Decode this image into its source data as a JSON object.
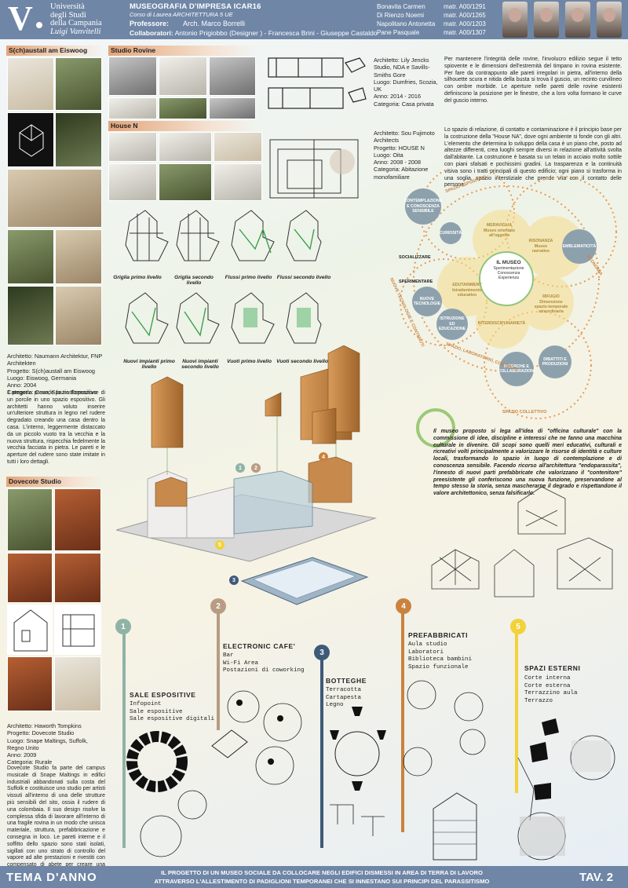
{
  "header": {
    "university_lines": [
      "Università",
      "degli Studi",
      "della Campania",
      "Luigi Vanvitelli"
    ],
    "course": "MUSEOGRAFIA D'IMPRESA ICAR16",
    "subtitle": "Corso di Laurea ARCHITETTURA 5 UE",
    "professor_label": "Professore:",
    "professor_name": "Arch. Marco Borrelli",
    "collaborators_label": "Collaboratori:",
    "collaborators": "Antonio Prigiobbo (Designer ) - Francesca Brini - Giuseppe Castaldo",
    "students": [
      {
        "name": "Bonavita Carmen",
        "matr": "matr. A00/1291"
      },
      {
        "name": "Di Rienzo Noemi",
        "matr": "matr. A00/1265"
      },
      {
        "name": "Napolitano Antonetta",
        "matr": "matr. A00/1203"
      },
      {
        "name": "Pane Pasquale",
        "matr": "matr. A00/1307"
      }
    ]
  },
  "left": {
    "sec1_title": "S(ch)austall am Eiswoog",
    "sec1_info": [
      "Architetto: Naumann Architektur, FNP Architekten",
      "Progetto: S(ch)austall am Eiswoog",
      "Luogo: Eiswoog, Germania",
      "Anno: 2004",
      "Categoria: Casa, Spazio Espositivo"
    ],
    "sec1_desc": "Il progetto prevede la trasformazione di un porcile in uno spazio espositivo. Gli architetti hanno voluto inserire un'ulteriore struttura in legno nel rudere degradato creando una casa dentro la casa. L'interno, leggermente distaccato da un piccolo vuoto tra la vecchia e la nuova struttura, rispecchia fedelmente la vecchia facciata in pietra. Le pareti e le aperture del rudere sono state imitate in tutti i loro dettagli.",
    "sec2_title": "Dovecote Studio",
    "sec2_info": [
      "Architetto: Haworth Tompkins",
      "Progetto: Dovecote Studio",
      "Luogo: Snape Maltings, Suffolk, Regno Unito",
      "Anno: 2009",
      "Categoria: Rurale"
    ],
    "sec2_desc": "Dovecote Studio fa parte del campus musicale di Snape Maltings in edifici industriali abbandonati sulla costa del Suffolk e costituisce uno studio per artisti vissuti all'interno di una delle strutture più sensibili del sito, ossia il rudere di una colombaia. Il suo design risolve la complessa sfida di lavorare all'interno di una fragile rovina in un modo che unisca materiale, struttura, prefabbricazione e consegna in loco. Le pareti interne e il soffitto dello spazio sono stati isolati, sigillati con uno strato di controllo del vapore ad alte prestazioni e rivestiti con compensato di abete per creare una \"scatola\" di legno all'interno del guscio di Corten."
  },
  "center": {
    "rovine_title": "Studio Rovine",
    "rovine_info": [
      "Architetto: Lily Jencks Studio, NDA e Savills-Smiths Gore",
      "Luogo: Dumfries, Scozia, UK",
      "Anno: 2014 - 2016",
      "Categoria: Casa privata"
    ],
    "rovine_desc": "Per mantenere l'integrità delle rovine, l'involucro edilizio segue il tetto spiovente e le dimensioni dell'estremità del timpano in rovina esistente. Per fare da contrappunto alle pareti irregolari in pietra, all'interno della silhouette scura e nitida della busta si trova il guscio, un recinto curvilineo con ombre morbide. Le aperture nelle pareti delle rovine esistenti definiscono la posizione per le finestre, che a loro volta formano le curve del guscio interno.",
    "housen_title": "House N",
    "housen_info": [
      "Architetto: Sou Fujimoto Architects",
      "Progetto: HOUSE N",
      "Luogo: Oita",
      "Anno: 2008 - 2008",
      "Categoria: Abitazione monofamiliare"
    ],
    "housen_desc": "Lo spazio di relazione, di contatto e contaminazione è il principio base per la costruzione della \"House NA\", dove ogni ambiente si fonde con gli altri. L'elemento che determina lo sviluppo della casa è un piano che, posto ad altezze differenti, crea luoghi sempre diversi in relazione all'attività svolta dall'abitante. La costruzione è basata su un telaio in acciaio molto sottile con piani sfalsati e pochissimi gradini. La trasparenza e la continuità visiva sono i tratti principali di questo edificio; ogni piano si trasforma in una soglia, spazio interstiziale che prende vita con il contatto delle persone.",
    "diagram_captions": [
      "Griglia primo livello",
      "Griglia secondo livello",
      "Flussi primo livello",
      "Flussi secondo livello",
      "Nuovi impianti primo livello",
      "Nuovi impianti secondo livello",
      "Vuoti primo livello",
      "Vuoti secondo livello"
    ],
    "concept": "Il museo proposto si lega all'idea di \"officina culturale\" con la commissione di idee, discipline e interessi che ne fanno una macchina culturale in divenire. Gli scopi sono quelli meri educativi, culturali e ricreativi volti principalmente a valorizzare le risorse di identità e culture locali, trasformando lo spazio in luogo di contemplazione e di conoscenza sensibile. Facendo ricorso all'architettura \"endoparassita\", l'innesto di nuovi parti prefabbricate che valorizzano il \"contenitore\" preesistente gli conferiscono una nuova funzione, preservandone al tempo stesso la storia, senza mascherarne il degrado e rispettandone il valore architettonico, senza falsificarlo."
  },
  "mindmap": {
    "center": "IL MUSEO",
    "center_sub": [
      "Sperimentazione",
      "Conoscenza",
      "Esperienza"
    ],
    "nodes": [
      "CONTEMPLAZIONE E CONOSCENZA SENSIBILE",
      "CURIOSITÀ",
      "MERAVIGLIA Museo orientato all'oggetto",
      "RISONANZA Museo narrativo",
      "EMBLEMATICITÀ",
      "SOCIALIZZARE",
      "SPERIMENTARE",
      "NUOVE TECNOLOGIE",
      "EDUTAINMENT Intrattenimento educativo",
      "RIFUGIO Dimensione spazio-temporale straordinaria",
      "INTERDISCIPLINARIETÀ",
      "ISTRUZIONE ED EDUCAZIONE",
      "RICERCHE E COLLABORAZIONI",
      "DIBATTITI E PRODUZIONI"
    ],
    "arcs": [
      "SPAZIO ESPOSITIVO",
      "ECONOMIA",
      "SPAZIO COLLETTIVO",
      "SPAZIO, LABORATORIO, CONTESTO",
      "NUOVE TECNOLOGIE E CONTENUTI"
    ]
  },
  "spaces": [
    {
      "num": "1",
      "title": "SALE ESPOSITIVE",
      "items": [
        "Infopoint",
        "Sale espositive",
        "Sale espositive digitali"
      ],
      "color": "#8fb3a6"
    },
    {
      "num": "2",
      "title": "ELECTRONIC CAFE'",
      "items": [
        "Bar",
        "Wi-Fi Area",
        "Postazioni di coworking"
      ],
      "color": "#b89c83"
    },
    {
      "num": "3",
      "title": "BOTTEGHE",
      "items": [
        "Terracotta",
        "Cartapesta",
        "Legno"
      ],
      "color": "#3f5a78"
    },
    {
      "num": "4",
      "title": "PREFABBRICATI",
      "items": [
        "Aula studio",
        "Laboratori",
        "Biblioteca bambini",
        "Spazio funzionale"
      ],
      "color": "#c9833f"
    },
    {
      "num": "5",
      "title": "SPAZI ESTERNI",
      "items": [
        "Corte interna",
        "Corte esterna",
        "Terrazzino aula",
        "Terrazzo"
      ],
      "color": "#f2d23b"
    }
  ],
  "footer": {
    "tema": "TEMA D'ANNO",
    "line1": "IL PROGETTO DI UN MUSEO SOCIALE DA COLLOCARE NEGLI EDIFICI DISMESSI IN AREA DI TERRA DI LAVORO",
    "line2": "ATTRAVERSO L'ALLESTIMENTO DI PADIGLIONI TEMPORANEI CHE SI INNESTANO SUI PRINCIPI DEL PARASSITISMO",
    "tav": "TAV. 2"
  }
}
